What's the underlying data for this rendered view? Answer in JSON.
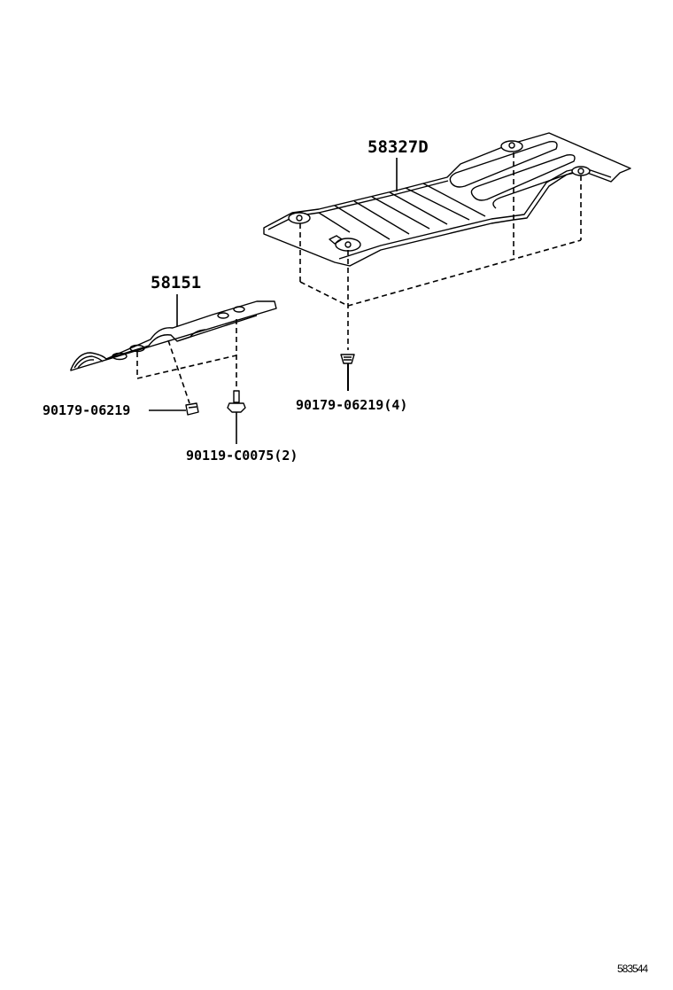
{
  "diagram": {
    "type": "parts-exploded-view",
    "colors": {
      "line": "#000000",
      "background": "#ffffff"
    },
    "parts": [
      {
        "id": "part-58327D",
        "label": "58327D",
        "description": "large under cover panel"
      },
      {
        "id": "part-58151",
        "label": "58151",
        "description": "narrow under cover panel"
      },
      {
        "id": "fastener-left-clip",
        "label": "90179-06219",
        "description": "clip nut"
      },
      {
        "id": "fastener-bolt",
        "label": "90119-C0075",
        "qty": "(2)",
        "description": "bolt"
      },
      {
        "id": "fastener-right-clip",
        "label": "90179-06219",
        "qty": "(4)",
        "description": "clip nut"
      }
    ],
    "reference_number": "583544"
  }
}
